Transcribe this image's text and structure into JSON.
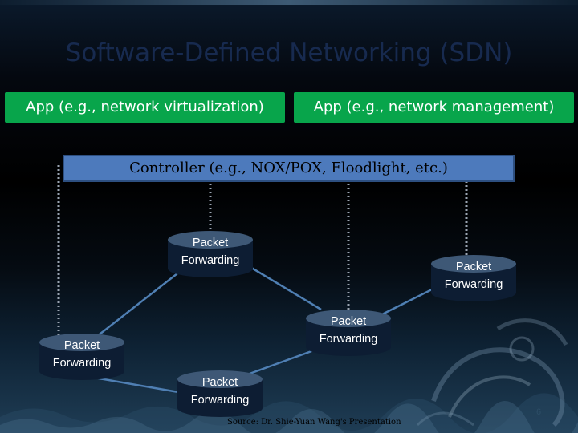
{
  "title": "Software-Defined Networking (SDN)",
  "apps": [
    {
      "label": "App (e.g., network virtualization)"
    },
    {
      "label": "App (e.g., network management)"
    }
  ],
  "controller": {
    "label": "Controller (e.g., NOX/POX, Floodlight, etc.)"
  },
  "nodes": [
    {
      "label": "Packet\nForwarding"
    },
    {
      "label": "Packet\nForwarding"
    },
    {
      "label": "Packet\nForwarding"
    },
    {
      "label": "Packet\nForwarding"
    },
    {
      "label": "Packet\nForwarding"
    }
  ],
  "source": "Source: Dr. Shie-Yuan Wang's Presentation",
  "page_number": "6",
  "colors": {
    "app_green": "#08a54b",
    "controller_blue": "#4d7abc",
    "link_blue": "#4f7fb3",
    "control_dots": "#9aa4b1",
    "title_navy": "#172a4f"
  }
}
